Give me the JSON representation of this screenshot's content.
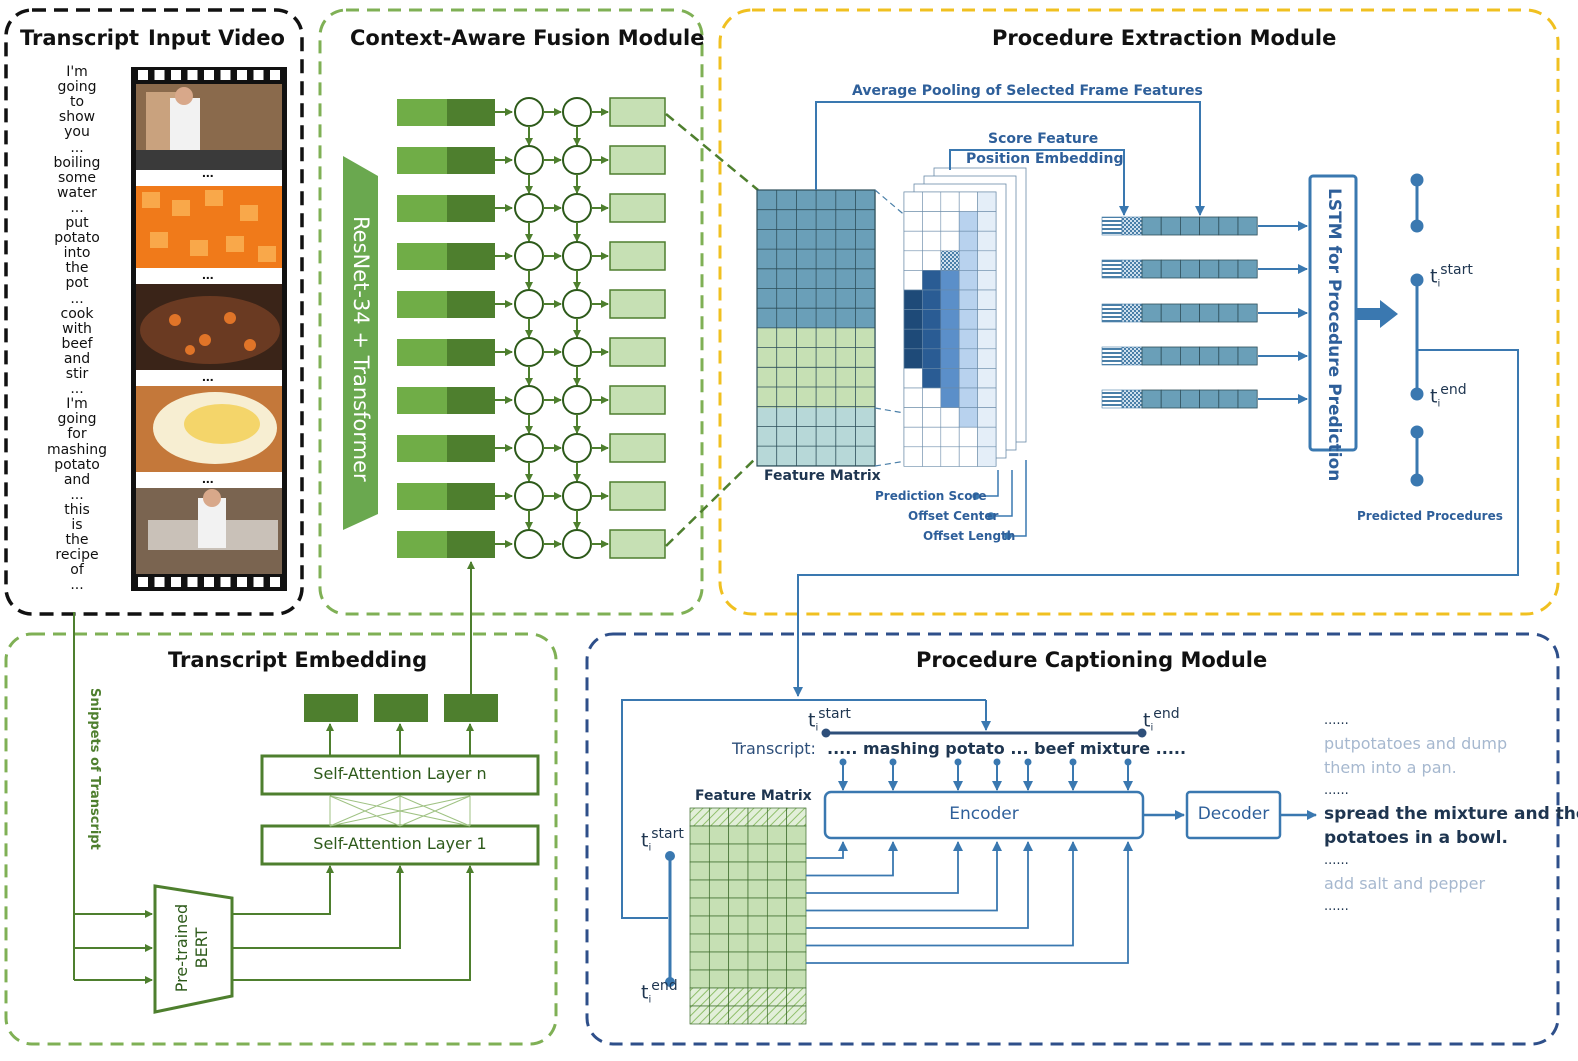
{
  "panels": {
    "transcript_title": "Transcript",
    "video_title": "Input Video",
    "fusion_title": "Context-Aware Fusion Module",
    "extraction_title": "Procedure Extraction Module",
    "embedding_title": "Transcript Embedding",
    "captioning_title": "Procedure Captioning Module"
  },
  "transcript_words": [
    "I'm",
    "going",
    "to",
    "show",
    "you",
    "...",
    "boiling",
    "some",
    "water",
    "...",
    "put",
    "potato",
    "into",
    "the",
    "pot",
    "...",
    "cook",
    "with",
    "beef",
    "and",
    "stir",
    "...",
    "I'm",
    "going",
    "for",
    "mashing",
    "potato",
    "and",
    "...",
    "this",
    "is",
    "the",
    "recipe",
    "of",
    "..."
  ],
  "video": {
    "ellipsis": "..."
  },
  "fusion": {
    "backbone": "ResNet-34 + Transformer"
  },
  "extraction": {
    "avg_pool": "Average Pooling of Selected Frame Features",
    "score_feature": "Score Feature",
    "position_embedding": "Position Embedding",
    "feature_matrix": "Feature Matrix",
    "prediction_score": "Prediction Score",
    "offset_center": "Offset Center",
    "offset_length": "Offset Length",
    "lstm": "LSTM for Procedure Prediction",
    "predicted": "Predicted Procedures",
    "t": "t",
    "i": "i",
    "start": "start",
    "end": "end"
  },
  "embedding": {
    "snippets": "Snippets of Transcript",
    "bert_line1": "Pre-trained",
    "bert_line2": "BERT",
    "layer_n": "Self-Attention Layer n",
    "layer_1": "Self-Attention Layer 1"
  },
  "captioning": {
    "transcript_label": "Transcript:",
    "transcript_text": "..... mashing potato ... beef mixture .....",
    "feature_matrix": "Feature Matrix",
    "encoder": "Encoder",
    "decoder": "Decoder",
    "outputs": [
      {
        "text": "......",
        "style": "dark-plain"
      },
      {
        "text": "putpotatoes and dump",
        "style": "faded"
      },
      {
        "text": "them into a pan.",
        "style": "faded"
      },
      {
        "text": "......",
        "style": "dark-plain"
      },
      {
        "text": "spread the mixture and the",
        "style": "bold"
      },
      {
        "text": "potatoes in a bowl.",
        "style": "bold"
      },
      {
        "text": "......",
        "style": "dark-plain"
      },
      {
        "text": "add salt and pepper",
        "style": "faded"
      },
      {
        "text": "......",
        "style": "dark-plain"
      }
    ]
  },
  "colors": {
    "green_light": "#70ad47",
    "green_dark": "#4e7f2e",
    "green_pale": "#c6e0b4",
    "teal": "#6a9fb8",
    "navy": "#2e5f9a",
    "gold": "#f0c020"
  }
}
